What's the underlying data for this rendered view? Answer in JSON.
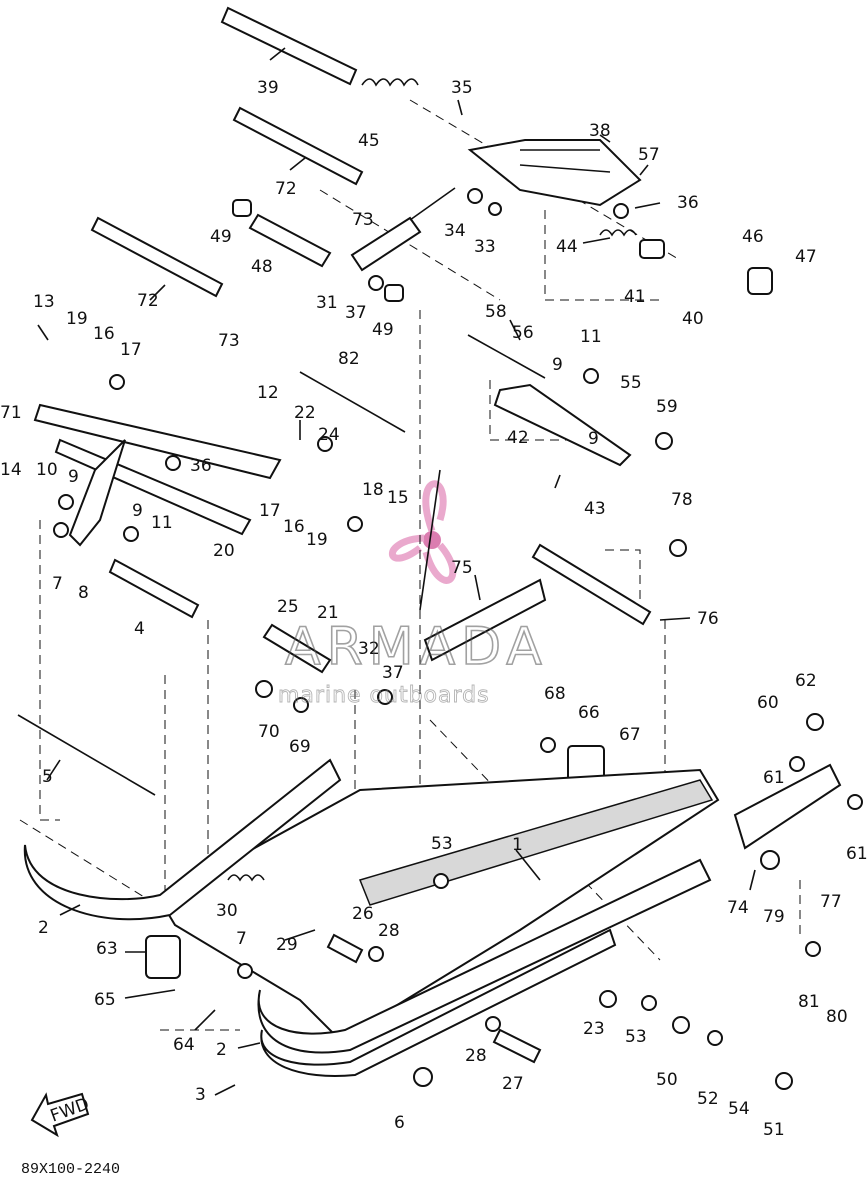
{
  "diagram": {
    "drawing_code": "89X100-2240",
    "fwd_arrow_text": "FWD",
    "watermark": {
      "brand": "ARMADA",
      "tagline": "marine outboards",
      "colors": {
        "logo": "#e8a0c8",
        "logo_center": "#d870a8"
      }
    },
    "part_labels": [
      "39",
      "45",
      "35",
      "38",
      "57",
      "72",
      "73",
      "34",
      "33",
      "36",
      "49",
      "48",
      "44",
      "46",
      "47",
      "72",
      "31",
      "37",
      "49",
      "41",
      "40",
      "73",
      "13",
      "19",
      "16",
      "17",
      "58",
      "56",
      "11",
      "9",
      "55",
      "12",
      "71",
      "82",
      "22",
      "24",
      "59",
      "14",
      "10",
      "36",
      "9",
      "42",
      "9",
      "43",
      "9",
      "11",
      "17",
      "18",
      "15",
      "78",
      "7",
      "8",
      "20",
      "16",
      "19",
      "75",
      "4",
      "21",
      "76",
      "25",
      "32",
      "37",
      "68",
      "70",
      "69",
      "66",
      "60",
      "62",
      "67",
      "5",
      "61",
      "61",
      "53",
      "1",
      "74",
      "77",
      "79",
      "30",
      "26",
      "2",
      "28",
      "7",
      "29",
      "63",
      "81",
      "80",
      "65",
      "23",
      "53",
      "64",
      "28",
      "50",
      "52",
      "2",
      "27",
      "54",
      "3",
      "6",
      "51"
    ]
  }
}
